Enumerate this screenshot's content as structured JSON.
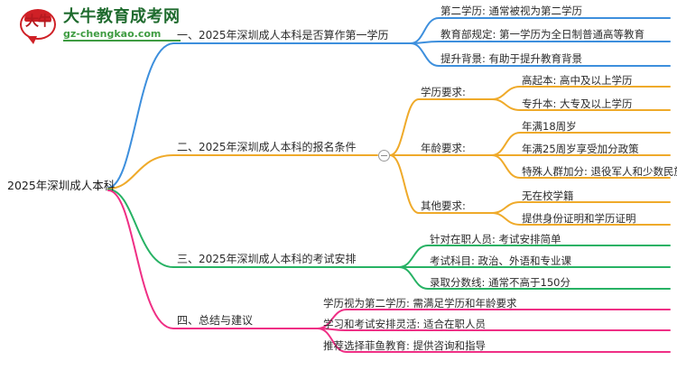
{
  "logo": {
    "mark_text": "大牛",
    "title": "大牛教育成考网",
    "subtitle": "gz-chengkao.com",
    "brand_red": "#cf2026",
    "brand_green": "#1f6b2e"
  },
  "mindmap": {
    "root": {
      "label": "2025年深圳成人本科"
    },
    "toggle": {
      "name": "collapse-toggle",
      "state": "expanded",
      "symbol": "−"
    },
    "colors": {
      "branch1": "#3d8fdd",
      "branch2": "#efaa2a",
      "branch3": "#27b264",
      "branch4": "#ef2f85"
    },
    "branches": [
      {
        "label": "一、2025年深圳成人本科是否算作第一学历",
        "color": "#3d8fdd",
        "children": [
          {
            "label": "第二学历: 通常被视为第二学历"
          },
          {
            "label": "教育部规定: 第一学历为全日制普通高等教育"
          },
          {
            "label": "提升背景: 有助于提升教育背景"
          }
        ]
      },
      {
        "label": "二、2025年深圳成人本科的报名条件",
        "color": "#efaa2a",
        "children": [
          {
            "label": "学历要求:",
            "children": [
              {
                "label": "高起本: 高中及以上学历"
              },
              {
                "label": "专升本: 大专及以上学历"
              }
            ]
          },
          {
            "label": "年龄要求:",
            "children": [
              {
                "label": "年满18周岁"
              },
              {
                "label": "年满25周岁享受加分政策"
              },
              {
                "label": "特殊人群加分: 退役军人和少数民族"
              }
            ]
          },
          {
            "label": "其他要求:",
            "children": [
              {
                "label": "无在校学籍"
              },
              {
                "label": "提供身份证明和学历证明"
              }
            ]
          }
        ]
      },
      {
        "label": "三、2025年深圳成人本科的考试安排",
        "color": "#27b264",
        "children": [
          {
            "label": "针对在职人员: 考试安排简单"
          },
          {
            "label": "考试科目: 政治、外语和专业课"
          },
          {
            "label": "录取分数线: 通常不高于150分"
          }
        ]
      },
      {
        "label": "四、总结与建议",
        "color": "#ef2f85",
        "children": [
          {
            "label": "学历视为第二学历: 需满足学历和年龄要求"
          },
          {
            "label": "学习和考试安排灵活: 适合在职人员"
          },
          {
            "label": "推荐选择菲鱼教育: 提供咨询和指导"
          }
        ]
      }
    ]
  }
}
